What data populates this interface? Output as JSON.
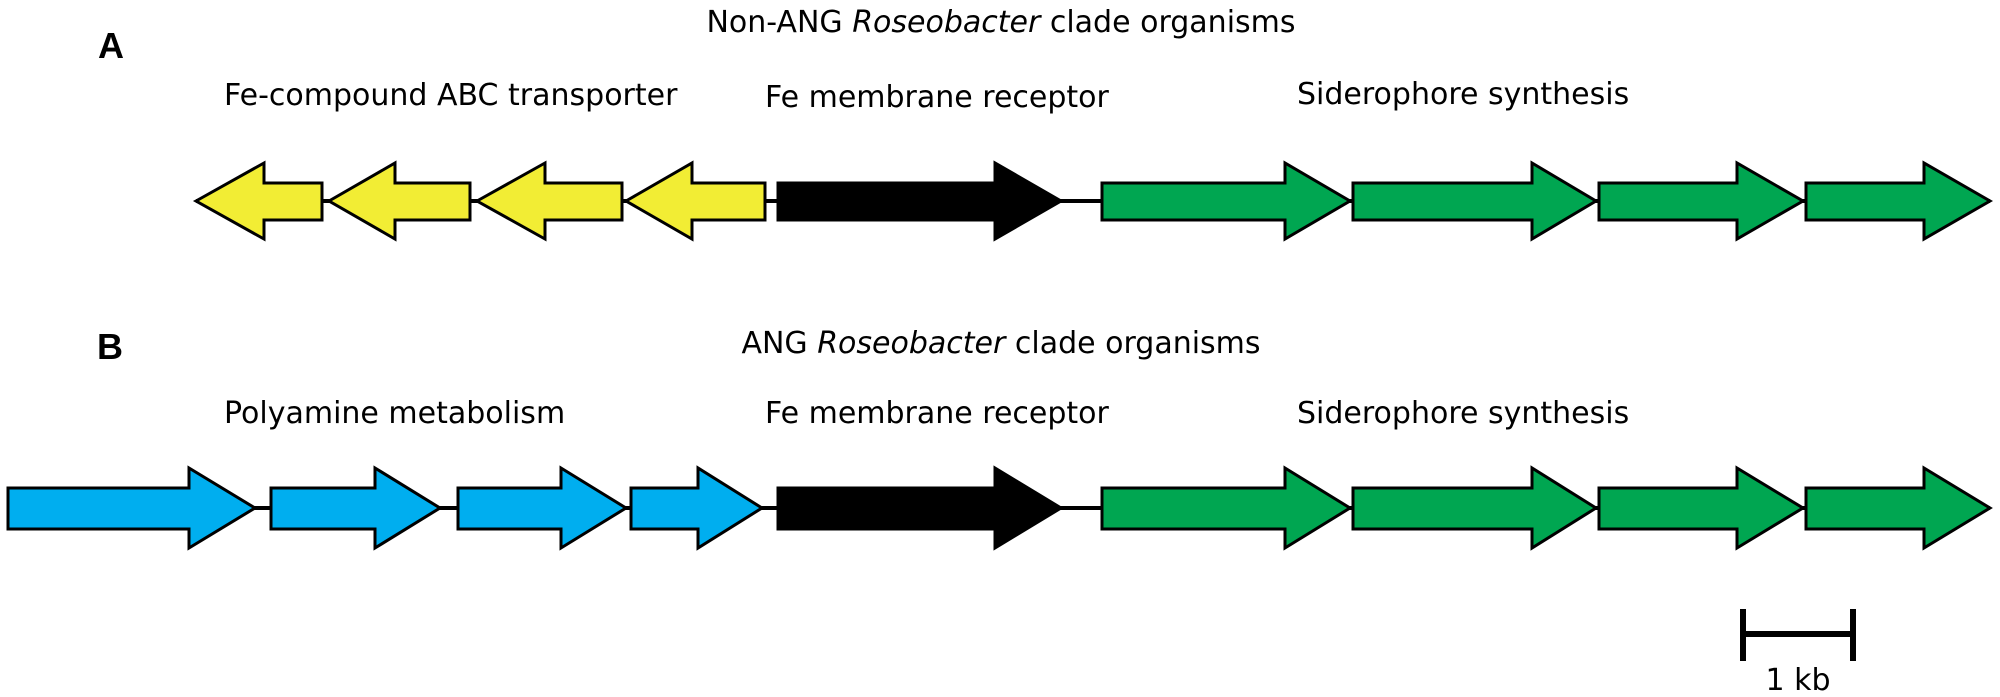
{
  "panels": [
    {
      "label": "A",
      "title_prefix": "Non-ANG ",
      "title_italic": "Roseobacter",
      "title_suffix": " clade organisms",
      "groups": {
        "left": "Fe-compound ABC transporter",
        "middle": "Fe membrane receptor",
        "right": "Siderophore synthesis"
      }
    },
    {
      "label": "B",
      "title_prefix": "ANG ",
      "title_italic": "Roseobacter",
      "title_suffix": " clade organisms",
      "groups": {
        "left": "Polyamine metabolism",
        "middle": "Fe membrane receptor",
        "right": "Siderophore synthesis"
      }
    }
  ],
  "scale_bar": {
    "label": "1 kb"
  },
  "colors": {
    "transporter": "#f2ed34",
    "receptor": "#000000",
    "siderophore": "#00a651",
    "polyamine": "#00aeef"
  }
}
